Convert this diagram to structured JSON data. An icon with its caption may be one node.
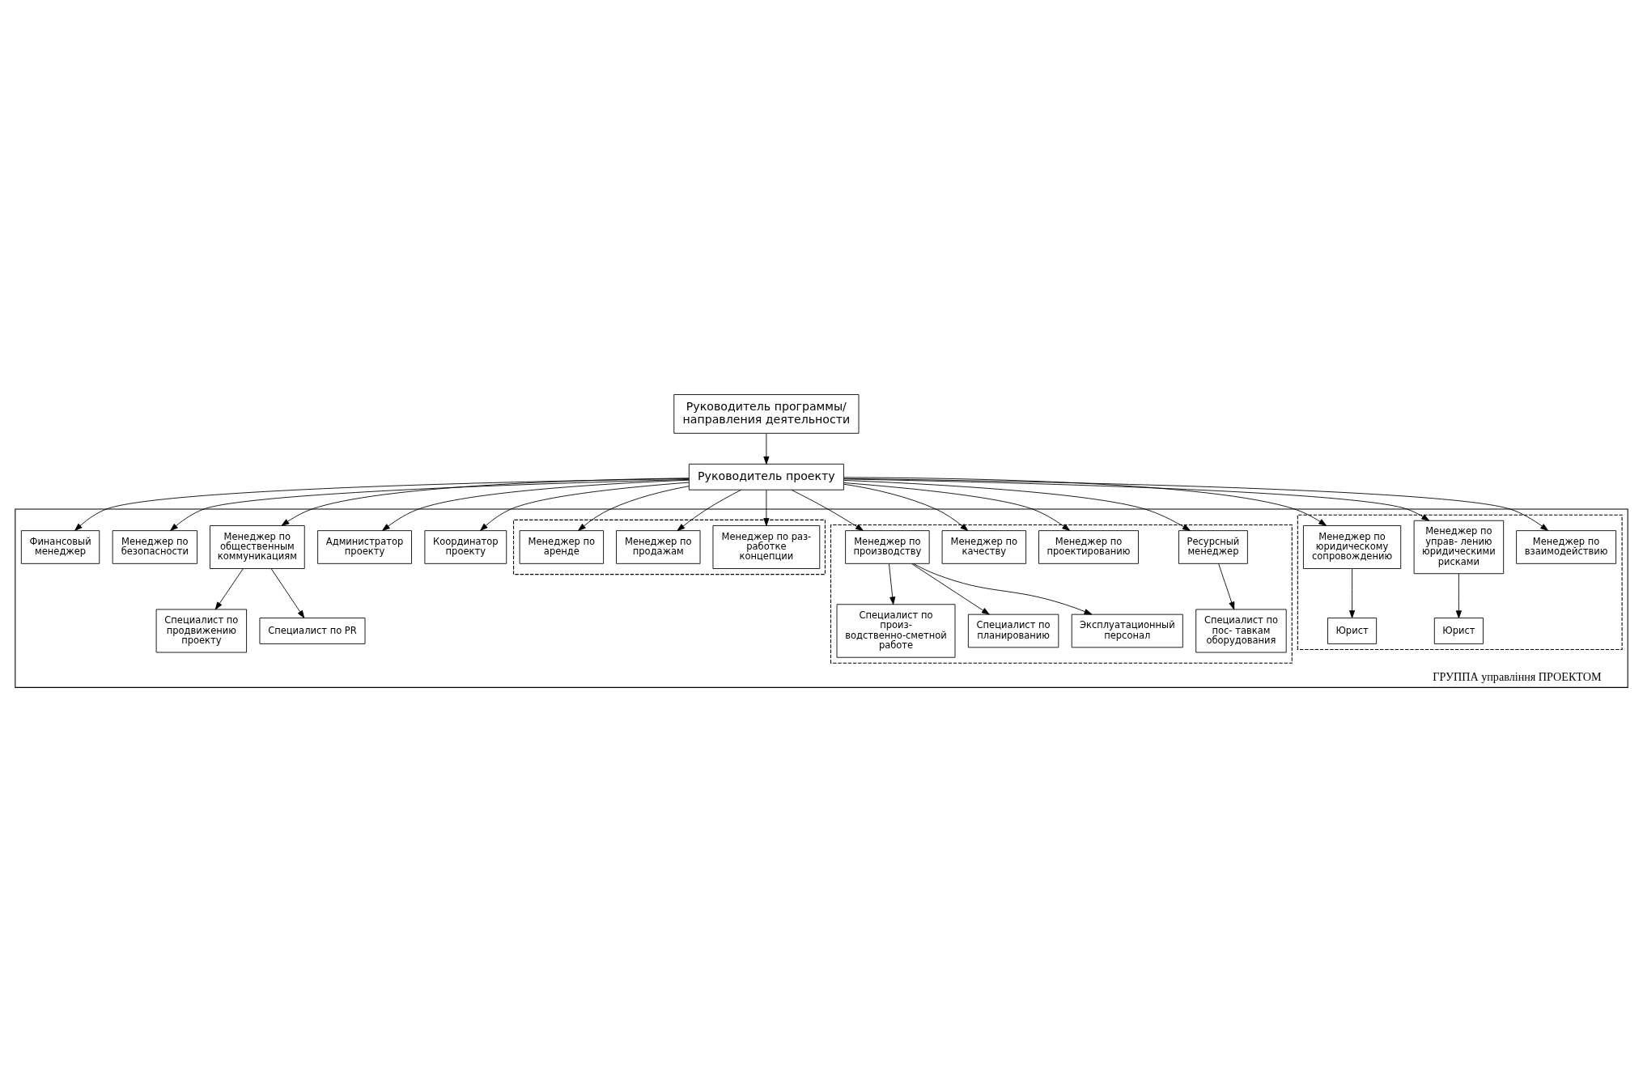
{
  "diagram": {
    "nodes": [
      {
        "text": [
          "Руководитель программы/ направления деятельности"
        ]
      },
      {
        "text": [
          "Руководитель проекту"
        ]
      },
      {
        "text": [
          "ГРУППА управління ПРОЕКТОМ"
        ]
      },
      {
        "text": [
          "Координатор проекту"
        ],
        "in": 2
      },
      {
        "text": [
          "Администратор проекту"
        ],
        "in": 2
      },
      {
        "text": [],
        "shape": "box",
        "in": 2
      },
      {
        "text": [
          "Менеджер по взаимодействию"
        ],
        "in": 5
      },
      {
        "text": [
          "Менеджер по управ- лению юридическими рисками"
        ],
        "in": 5
      },
      {
        "text": [
          "Менеджер по юридическому сопровождению"
        ],
        "in": 5
      },
      {
        "text": [
          "Юрист"
        ],
        "in": 5
      },
      {
        "text": [
          "Юрист"
        ],
        "in": 5
      },
      {
        "text": [],
        "shape": "box",
        "in": 2
      },
      {
        "text": [
          "Ресурсный менеджер"
        ],
        "in": 11
      },
      {
        "text": [
          "Менеджер по проектированию"
        ],
        "in": 11
      },
      {
        "text": [
          "Менеджер по качеству"
        ],
        "in": 11
      },
      {
        "text": [
          "Менеджер по производству"
        ],
        "in": 11
      },
      {
        "text": [
          "Специалист по пос- тавкам оборудования"
        ],
        "in": 11
      },
      {
        "text": [
          "Специалист по произ- водственно-сметной работе"
        ],
        "in": 11
      },
      {
        "text": [
          "Специалист по планированию"
        ],
        "in": 11
      },
      {
        "text": [
          "Эксплуатационный персонал"
        ],
        "in": 11
      },
      {
        "text": [],
        "shape": "box",
        "in": 2
      },
      {
        "text": [
          "Менеджер по раз- работке концепции"
        ],
        "in": 20
      },
      {
        "text": [
          "Менеджер по продажам"
        ],
        "in": 20
      },
      {
        "text": [
          "Менеджер по аренде"
        ],
        "in": 20
      },
      {
        "text": [
          "Менеджер по общественным коммуникациям"
        ],
        "in": 2
      },
      {
        "text": [
          "Менеджер по безопасности"
        ],
        "in": 2
      },
      {
        "text": [
          "Финансовый менеджер"
        ],
        "in": 2
      },
      {
        "text": [
          "Специалист по продвижению проекту"
        ],
        "in": 2
      },
      {
        "text": [
          "Специалист по PR"
        ],
        "in": 2
      }
    ],
    "edges": [
      {
        "from": 0,
        "to": 1,
        "arrow": "to"
      },
      {
        "from": 1,
        "to": 3,
        "arrow": "to"
      },
      {
        "from": 1,
        "to": 4,
        "arrow": "to"
      },
      {
        "from": 1,
        "to": 6,
        "arrow": "to"
      },
      {
        "from": 1,
        "to": 7,
        "arrow": "to"
      },
      {
        "from": 1,
        "to": 8,
        "arrow": "to"
      },
      {
        "from": 1,
        "to": 12,
        "arrow": "to"
      },
      {
        "from": 1,
        "to": 13,
        "arrow": "to"
      },
      {
        "from": 1,
        "to": 14,
        "arrow": "to"
      },
      {
        "from": 1,
        "to": 15,
        "arrow": "to"
      },
      {
        "from": 1,
        "to": 21,
        "arrow": "to"
      },
      {
        "from": 1,
        "to": 22,
        "arrow": "to"
      },
      {
        "from": 1,
        "to": 23,
        "arrow": "to"
      },
      {
        "from": 1,
        "to": 24,
        "arrow": "to"
      },
      {
        "from": 1,
        "to": 25,
        "arrow": "to"
      },
      {
        "from": 1,
        "to": 26,
        "arrow": "to"
      },
      {
        "from": 7,
        "to": 9,
        "arrow": "to"
      },
      {
        "from": 8,
        "to": 10,
        "arrow": "to"
      },
      {
        "from": 12,
        "to": 16,
        "arrow": "to"
      },
      {
        "from": 15,
        "to": 17,
        "arrow": "to"
      },
      {
        "from": 15,
        "to": 18,
        "arrow": "to"
      },
      {
        "from": 15,
        "to": 19,
        "arrow": "to"
      },
      {
        "from": 24,
        "to": 27,
        "arrow": "to"
      },
      {
        "from": 24,
        "to": 28,
        "arrow": "to"
      }
    ]
  }
}
